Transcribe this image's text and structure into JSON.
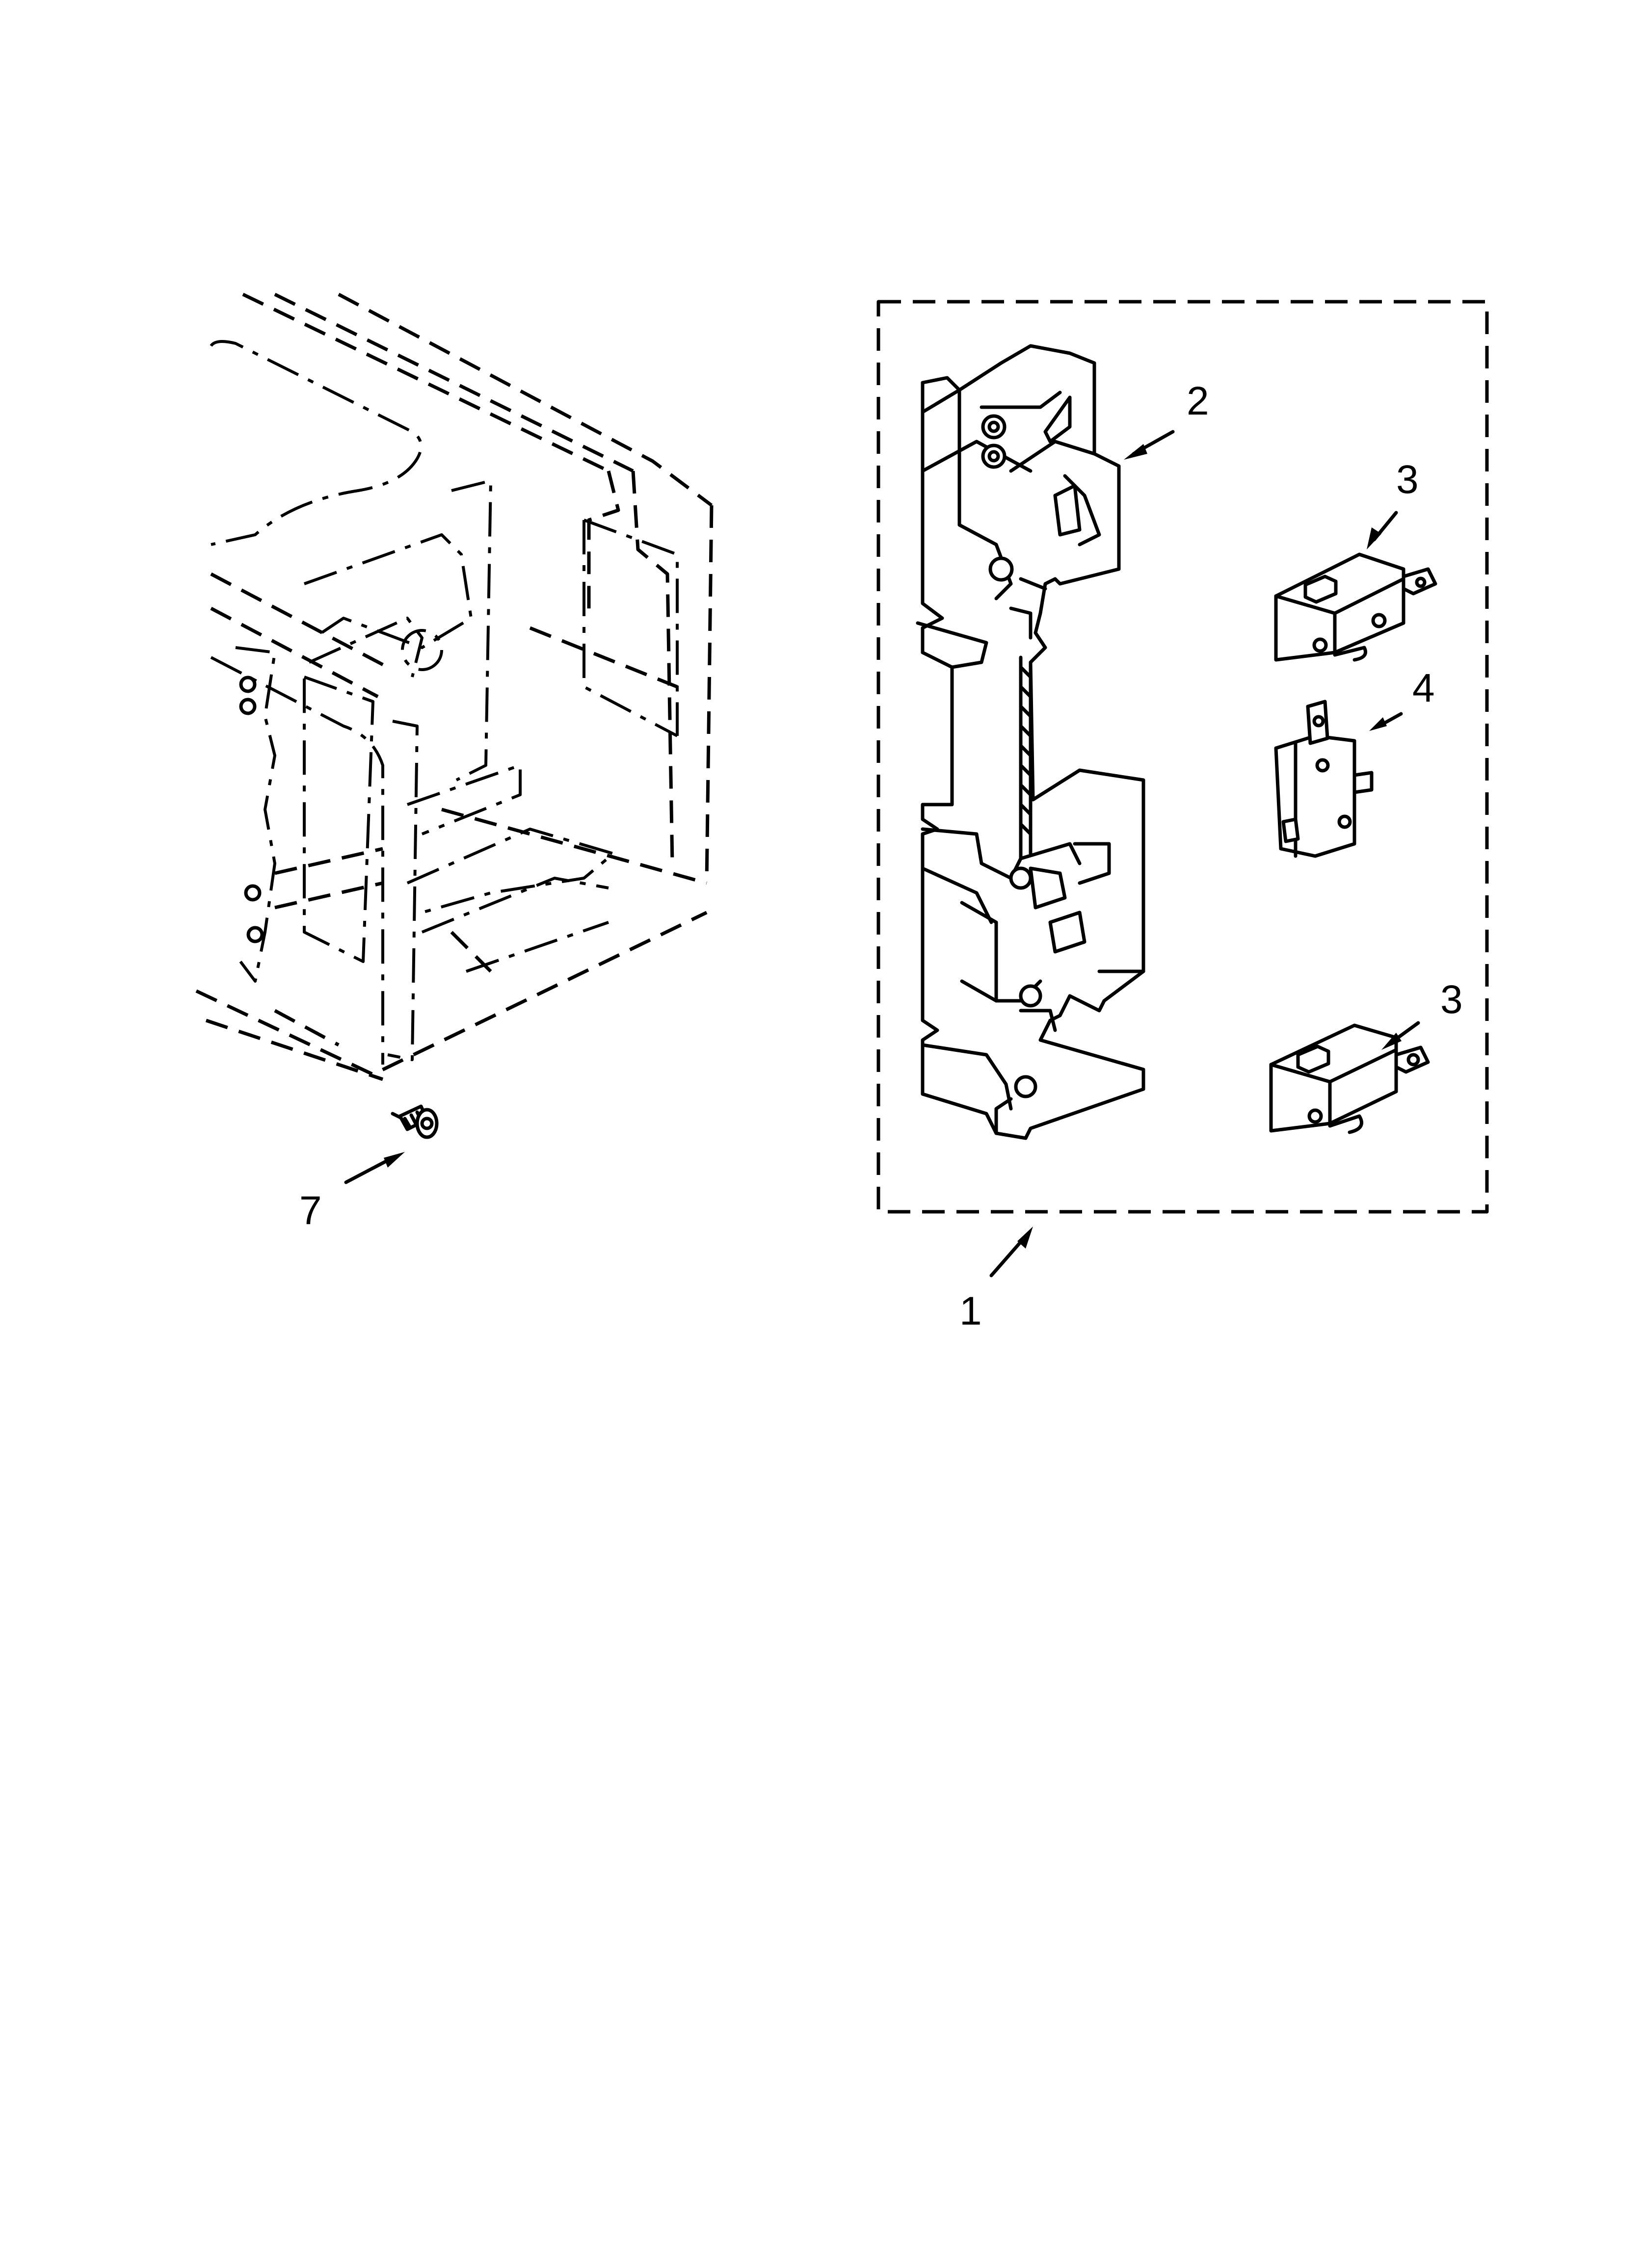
{
  "diagram": {
    "callouts": [
      {
        "id": "callout-1",
        "number": "1",
        "part": "door-latch-assembly-kit"
      },
      {
        "id": "callout-2",
        "number": "2",
        "part": "latch-board"
      },
      {
        "id": "callout-3a",
        "number": "3",
        "part": "micro-switch-upper"
      },
      {
        "id": "callout-4",
        "number": "4",
        "part": "monitor-switch"
      },
      {
        "id": "callout-3b",
        "number": "3",
        "part": "micro-switch-lower"
      },
      {
        "id": "callout-7",
        "number": "7",
        "part": "mounting-screw"
      }
    ]
  }
}
